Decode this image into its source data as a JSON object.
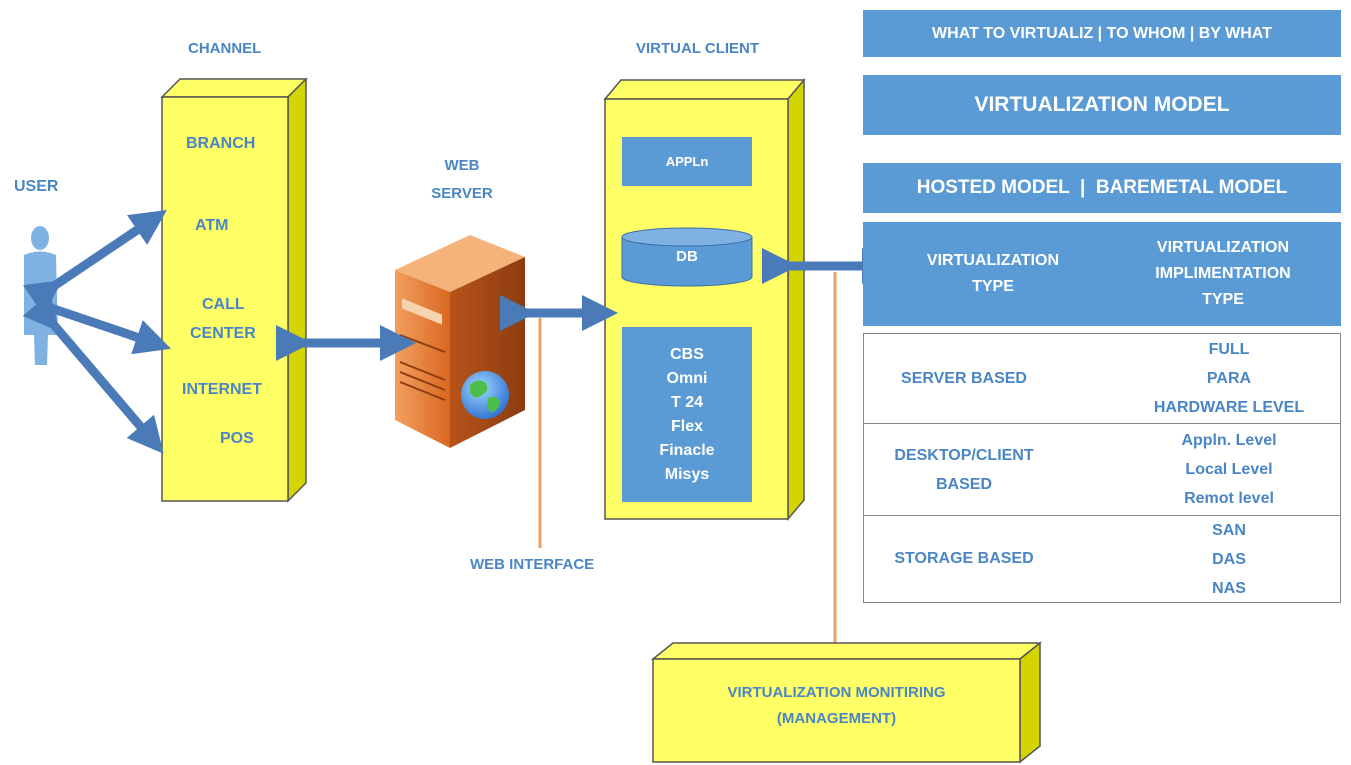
{
  "user": {
    "label": "USER"
  },
  "channel": {
    "title": "CHANNEL",
    "items": [
      "BRANCH",
      "ATM",
      "CALL",
      "CENTER",
      "INTERNET",
      "POS"
    ]
  },
  "web_server": {
    "line1": "WEB",
    "line2": "SERVER"
  },
  "web_interface": {
    "label": "WEB INTERFACE"
  },
  "virtual_client": {
    "title": "VIRTUAL CLIENT",
    "appln": "APPLn",
    "db": "DB",
    "apps": [
      "CBS",
      "Omni",
      "T 24",
      "Flex",
      "Finacle",
      "Misys"
    ]
  },
  "monitoring": {
    "line1": "VIRTUALIZATION MONITIRING",
    "line2": "(MANAGEMENT)"
  },
  "right_panel": {
    "banner1": "WHAT TO VIRTUALIZ | TO WHOM | BY WHAT",
    "banner2": "VIRTUALIZATION MODEL",
    "banner3": "HOSTED MODEL  |  BAREMETAL MODEL",
    "header_type": [
      "VIRTUALIZATION",
      "TYPE"
    ],
    "header_impl": [
      "VIRTUALIZATION",
      "IMPLIMENTATION",
      "TYPE"
    ],
    "rows": [
      {
        "name": [
          "SERVER BASED"
        ],
        "impl": [
          "FULL",
          "PARA",
          "HARDWARE LEVEL"
        ]
      },
      {
        "name": [
          "DESKTOP/CLIENT",
          "BASED"
        ],
        "impl": [
          "Appln. Level",
          "Local Level",
          "Remot level"
        ]
      },
      {
        "name": [
          "STORAGE BASED"
        ],
        "impl": [
          "SAN",
          "DAS",
          "NAS"
        ]
      }
    ]
  },
  "colors": {
    "yellow": "#ffff66",
    "yellow_side": "#d4d400",
    "blue_box": "#5b9bd5",
    "arrow": "#4a7ab8",
    "label_blue": "#4a86c5",
    "orange_line": "#f0a060"
  }
}
